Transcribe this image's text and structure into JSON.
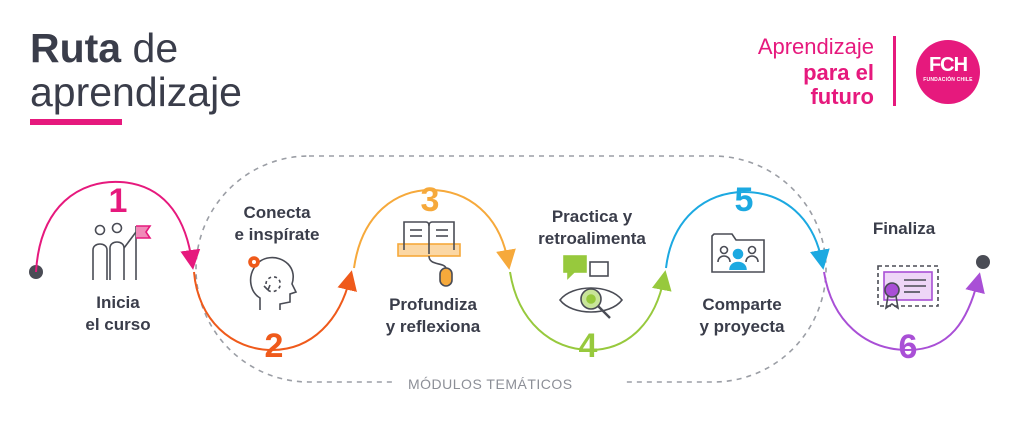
{
  "header": {
    "title_bold": "Ruta",
    "title_rest": "de",
    "title_line2": "aprendizaje",
    "tagline_line1": "Aprendizaje",
    "tagline_line2": "para el",
    "tagline_line3": "futuro"
  },
  "logo": {
    "text": "FCH",
    "subtext": "FUNDACIÓN CHILE"
  },
  "steps": [
    {
      "number": "1",
      "label_line1": "Inicia",
      "label_line2": "el curso",
      "color": "#e6197d",
      "icon": "people-flag-icon"
    },
    {
      "number": "2",
      "label_line1": "Conecta",
      "label_line2": "e inspírate",
      "color": "#ef5a1b",
      "icon": "head-gear-icon"
    },
    {
      "number": "3",
      "label_line1": "Profundiza",
      "label_line2": "y reflexiona",
      "color": "#f6a93b",
      "icon": "book-mouse-icon"
    },
    {
      "number": "4",
      "label_line1": "Practica y",
      "label_line2": "retroalimenta",
      "color": "#97c93d",
      "icon": "eye-chat-icon"
    },
    {
      "number": "5",
      "label_line1": "Comparte",
      "label_line2": "y proyecta",
      "color": "#1ca9e1",
      "icon": "folder-people-icon"
    },
    {
      "number": "6",
      "label_line1": "Finaliza",
      "label_line2": "",
      "color": "#a94fd6",
      "icon": "certificate-icon"
    }
  ],
  "modules_label": "MÓDULOS TEMÁTICOS",
  "colors": {
    "brand": "#e6197d",
    "text": "#3a3d4a",
    "dash": "#9b9ea5",
    "dot": "#4a4c55"
  }
}
